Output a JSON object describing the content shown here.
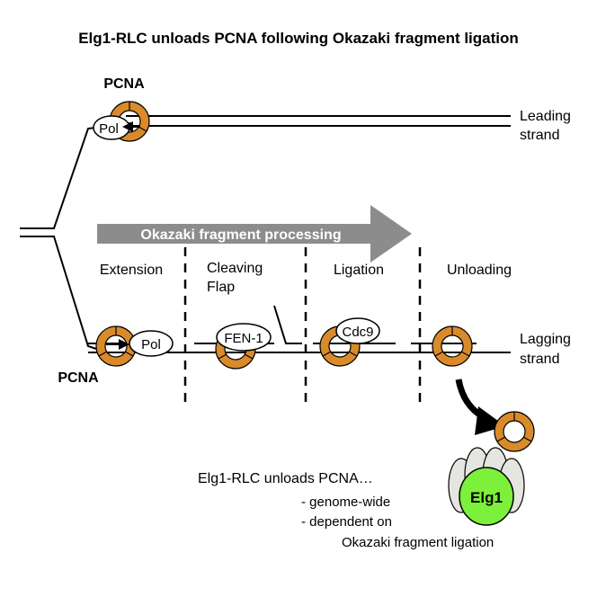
{
  "title": "Elg1-RLC unloads PCNA following Okazaki fragment ligation",
  "labels": {
    "pcna_top": "PCNA",
    "pcna_bottom": "PCNA",
    "leading_line1": "Leading",
    "leading_line2": "strand",
    "lagging_line1": "Lagging",
    "lagging_line2": "strand",
    "process_arrow": "Okazaki fragment processing"
  },
  "steps": {
    "extension": "Extension",
    "cleaving_line1": "Cleaving",
    "cleaving_line2": "Flap",
    "ligation": "Ligation",
    "unloading": "Unloading"
  },
  "proteins": {
    "pol_top": "Pol",
    "pol_bottom": "Pol",
    "fen1": "FEN-1",
    "cdc9": "Cdc9",
    "elg1": "Elg1"
  },
  "summary": {
    "heading": "Elg1-RLC unloads PCNA…",
    "bullet1": "- genome-wide",
    "bullet2": "- dependent on",
    "bullet3": "Okazaki fragment ligation"
  },
  "colors": {
    "pcna_orange": "#d98a2b",
    "arrow_gray": "#8c8c8c",
    "elg1_green": "#7cf03a",
    "rlc_gray": "#e6e6e0"
  }
}
